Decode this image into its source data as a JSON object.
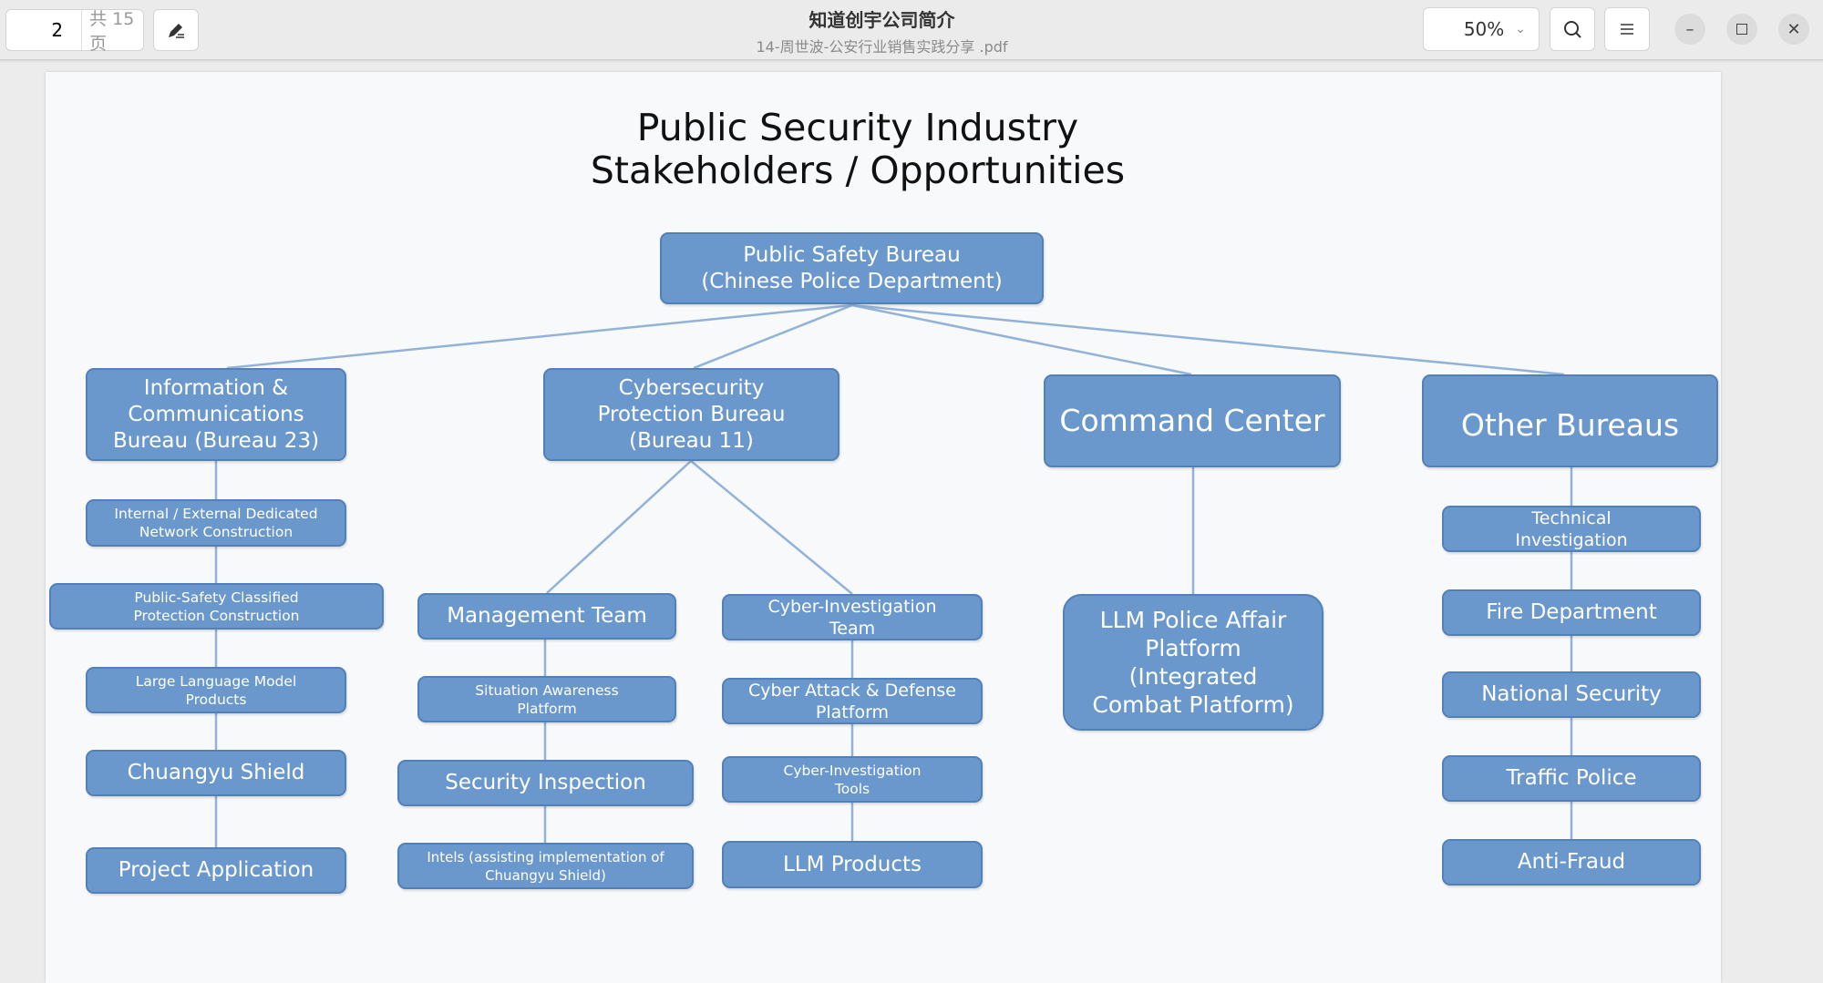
{
  "toolbar": {
    "current_page": "2",
    "total_pages": "共 15 页",
    "doc_title": "知道创宇公司简介",
    "file_name": "14-周世波-公安行业销售实践分享 .pdf",
    "zoom": "50%",
    "icons": [
      "annotate-icon",
      "chevron-down-icon",
      "search-icon",
      "menu-icon",
      "minimize-icon",
      "maximize-icon",
      "close-icon"
    ]
  },
  "slide": {
    "title_line1": "Public Security Industry",
    "title_line2": "Stakeholders / Opportunities",
    "colors": {
      "box": "#6b98cc",
      "border": "#5280b8",
      "line": "#92b2d8"
    },
    "root": "Public Safety Bureau\n(Chinese Police Department)",
    "bureaus": [
      "Information &\nCommunications\nBureau (Bureau 23)",
      "Cybersecurity\nProtection Bureau\n(Bureau 11)",
      "Command Center",
      "Other Bureaus"
    ],
    "info_items": [
      "Internal / External Dedicated\nNetwork Construction",
      "Public-Safety Classified\nProtection Construction",
      "Large Language Model\nProducts",
      "Chuangyu Shield",
      "Project Application"
    ],
    "mgmt_items": [
      "Management Team",
      "Situation Awareness\nPlatform",
      "Security Inspection",
      "Intels (assisting implementation of\nChuangyu Shield)"
    ],
    "cyber_items": [
      "Cyber-Investigation\nTeam",
      "Cyber Attack & Defense\nPlatform",
      "Cyber-Investigation\nTools",
      "LLM Products"
    ],
    "command_items": [
      "LLM Police Affair\nPlatform\n(Integrated\nCombat Platform)"
    ],
    "other_items": [
      "Technical\nInvestigation",
      "Fire Department",
      "National Security",
      "Traffic Police",
      "Anti-Fraud"
    ]
  }
}
